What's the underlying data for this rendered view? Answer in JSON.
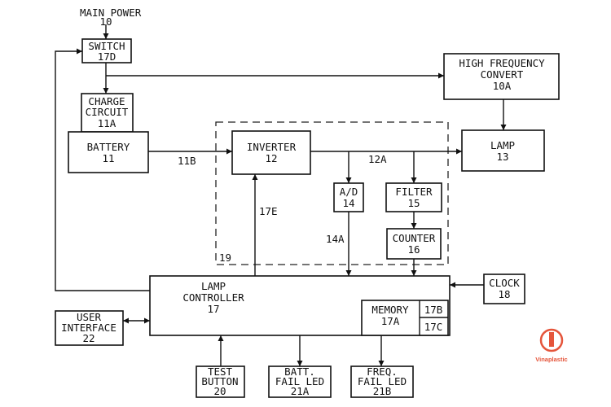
{
  "main_power": {
    "label": "MAIN POWER",
    "ref": "10"
  },
  "switch": {
    "label": "SWITCH",
    "ref": "17D"
  },
  "charge_circuit": {
    "line1": "CHARGE",
    "line2": "CIRCUIT",
    "ref": "11A"
  },
  "battery": {
    "label": "BATTERY",
    "ref": "11"
  },
  "hf_convert": {
    "line1": "HIGH FREQUENCY",
    "line2": "CONVERT",
    "ref": "10A"
  },
  "inverter": {
    "label": "INVERTER",
    "ref": "12"
  },
  "lamp": {
    "label": "LAMP",
    "ref": "13"
  },
  "ad": {
    "label": "A/D",
    "ref": "14"
  },
  "filter": {
    "label": "FILTER",
    "ref": "15"
  },
  "counter": {
    "label": "COUNTER",
    "ref": "16"
  },
  "lamp_controller": {
    "line1": "LAMP",
    "line2": "CONTROLLER",
    "ref": "17"
  },
  "memory": {
    "label": "MEMORY",
    "ref": "17A",
    "cell_top": "17B",
    "cell_bottom": "17C"
  },
  "clock": {
    "label": "CLOCK",
    "ref": "18"
  },
  "user_interface": {
    "line1": "USER",
    "line2": "INTERFACE",
    "ref": "22"
  },
  "test_button": {
    "line1": "TEST",
    "line2": "BUTTON",
    "ref": "20"
  },
  "batt_fail_led": {
    "line1": "BATT.",
    "line2": "FAIL LED",
    "ref": "21A"
  },
  "freq_fail_led": {
    "line1": "FREQ.",
    "line2": "FAIL LED",
    "ref": "21B"
  },
  "labels": {
    "l11b": "11B",
    "l12a": "12A",
    "l17e": "17E",
    "l14a": "14A",
    "l19": "19"
  },
  "watermark": {
    "text": "Vinaplastic"
  },
  "colors": {
    "line": "#111111",
    "watermark": "#e5553b"
  }
}
